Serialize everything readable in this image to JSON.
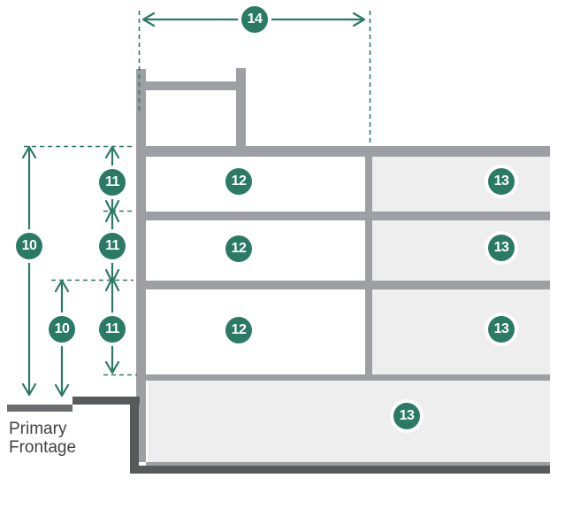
{
  "colors": {
    "accent_teal": "#2b7a66",
    "wall_gray": "#9d9fa2",
    "floor_fill_gray": "#eeeeee",
    "ground_dark": "#58595b",
    "curb_gray": "#6d6e71",
    "text_dark": "#414042",
    "badge_text": "#ffffff"
  },
  "frontage_label": {
    "line1": "Primary",
    "line2": "Frontage"
  },
  "markers": {
    "width_building": "14",
    "height_total": "10",
    "height_street_wall": "10",
    "story_upper": "11",
    "story_middle": "11",
    "story_lower": "11",
    "zone_front_f1": "12",
    "zone_front_f2": "12",
    "zone_front_f3": "12",
    "zone_rear_f1": "13",
    "zone_rear_f2": "13",
    "zone_rear_f3": "13",
    "zone_rear_ground": "13"
  }
}
